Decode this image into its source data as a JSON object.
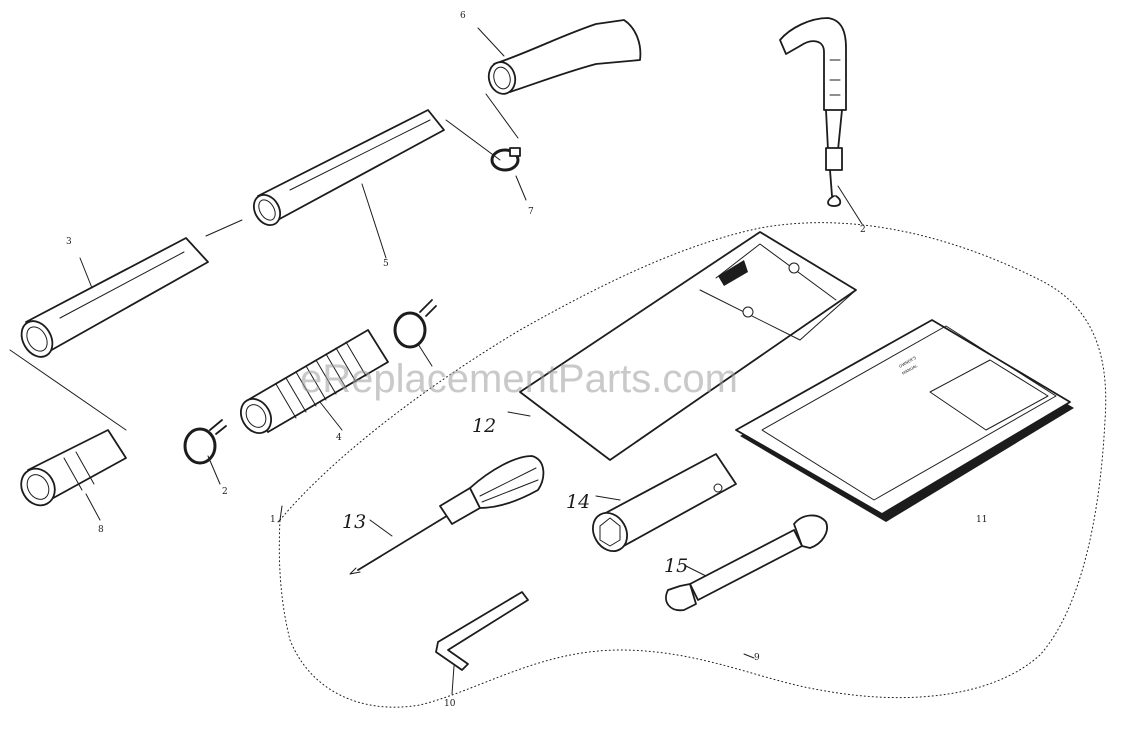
{
  "watermark": "eReplacementParts.com",
  "callouts": {
    "p1": "1",
    "p2a": "2",
    "p2b": "2",
    "p3": "3",
    "p4": "4",
    "p5": "5",
    "p6": "6",
    "p7": "7",
    "p8": "8",
    "p9": "9",
    "p10": "10",
    "p11": "11",
    "p12": "12",
    "p13": "13",
    "p14": "14",
    "p15": "15"
  },
  "manual": {
    "title_line1": "OWNER'S",
    "title_line2": "MANUAL"
  }
}
